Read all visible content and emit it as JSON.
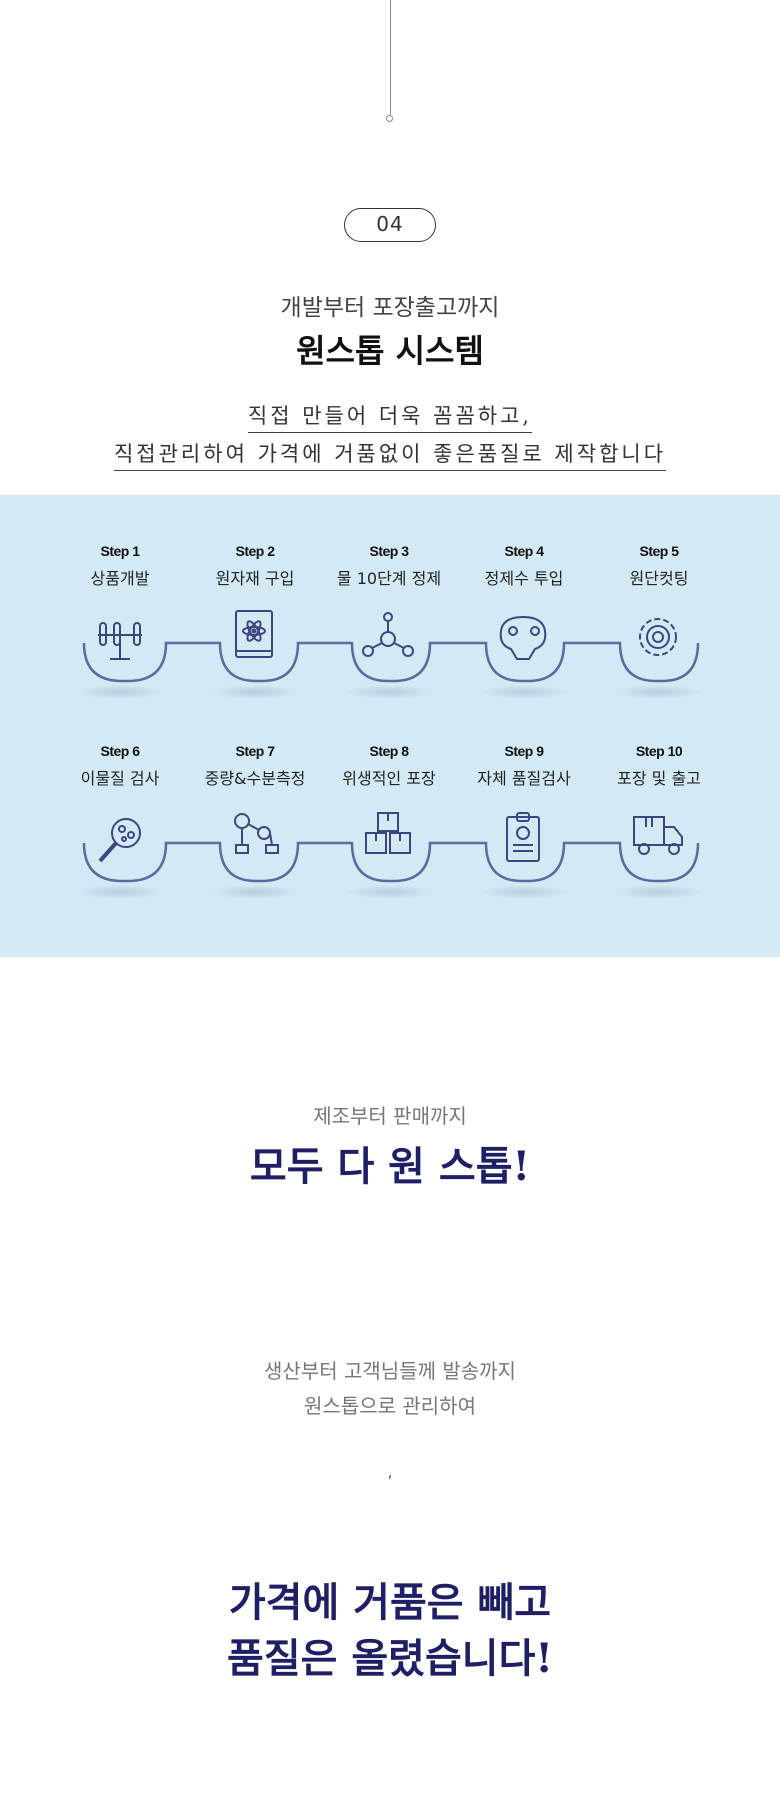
{
  "section_number": "04",
  "subtitle": "개발부터 포장출고까지",
  "title": "원스톱 시스템",
  "quote_lines": [
    "직접 만들어 더욱 꼼꼼하고,",
    "직접관리하여 가격에 거품없이 좋은품질로 제작합니다"
  ],
  "steps": [
    {
      "num": "Step 1",
      "name": "상품개발",
      "icon": "lab-stand-icon"
    },
    {
      "num": "Step 2",
      "name": "원자재 구입",
      "icon": "science-book-icon"
    },
    {
      "num": "Step 3",
      "name": "물 10단계 정제",
      "icon": "molecule-icon"
    },
    {
      "num": "Step 4",
      "name": "정제수 투입",
      "icon": "water-inject-icon"
    },
    {
      "num": "Step 5",
      "name": "원단컷팅",
      "icon": "cutting-gear-icon"
    },
    {
      "num": "Step 6",
      "name": "이물질 검사",
      "icon": "magnifier-icon"
    },
    {
      "num": "Step 7",
      "name": "중량&수분측정",
      "icon": "robot-arm-icon"
    },
    {
      "num": "Step 8",
      "name": "위생적인 포장",
      "icon": "boxes-icon"
    },
    {
      "num": "Step 9",
      "name": "자체 품질검사",
      "icon": "clipboard-icon"
    },
    {
      "num": "Step 10",
      "name": "포장 및 출고",
      "icon": "delivery-truck-icon"
    }
  ],
  "section2": {
    "sub": "제조부터 판매까지",
    "title": "모두 다 원 스톱!"
  },
  "section3": {
    "line1": "생산부터 고객님들께 발송까지",
    "line2": "원스톱으로 관리하여",
    "comma": ","
  },
  "section4": {
    "line1": "가격에 거품은 빼고",
    "line2": "품질은 올렸습니다!"
  },
  "colors": {
    "band": "#d3eaf4",
    "wave": "#5b6aa0",
    "navy": "#1f1f66"
  }
}
